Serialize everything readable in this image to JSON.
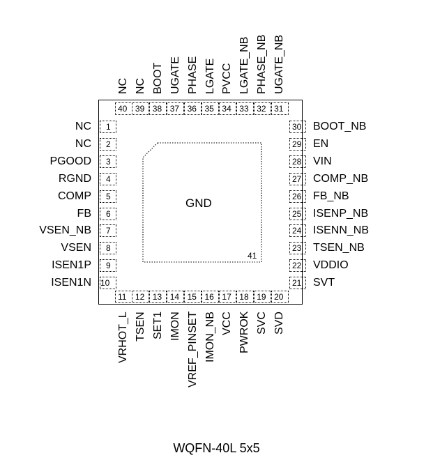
{
  "package": {
    "caption": "WQFN-40L 5x5",
    "exposed_pad": {
      "name": "GND",
      "number": "41"
    }
  },
  "pins": {
    "left": [
      {
        "num": "1",
        "name": "NC"
      },
      {
        "num": "2",
        "name": "NC"
      },
      {
        "num": "3",
        "name": "PGOOD"
      },
      {
        "num": "4",
        "name": "RGND"
      },
      {
        "num": "5",
        "name": "COMP"
      },
      {
        "num": "6",
        "name": "FB"
      },
      {
        "num": "7",
        "name": "VSEN_NB"
      },
      {
        "num": "8",
        "name": "VSEN"
      },
      {
        "num": "9",
        "name": "ISEN1P"
      },
      {
        "num": "10",
        "name": "ISEN1N"
      }
    ],
    "bottom": [
      {
        "num": "11",
        "name": "VRHOT_L"
      },
      {
        "num": "12",
        "name": "TSEN"
      },
      {
        "num": "13",
        "name": "SET1"
      },
      {
        "num": "14",
        "name": "IMON"
      },
      {
        "num": "15",
        "name": "VREF_PINSET"
      },
      {
        "num": "16",
        "name": "IMON_NB"
      },
      {
        "num": "17",
        "name": "VCC"
      },
      {
        "num": "18",
        "name": "PWROK"
      },
      {
        "num": "19",
        "name": "SVC"
      },
      {
        "num": "20",
        "name": "SVD"
      }
    ],
    "right": [
      {
        "num": "30",
        "name": "BOOT_NB"
      },
      {
        "num": "29",
        "name": "EN"
      },
      {
        "num": "28",
        "name": "VIN"
      },
      {
        "num": "27",
        "name": "COMP_NB"
      },
      {
        "num": "26",
        "name": "FB_NB"
      },
      {
        "num": "25",
        "name": "ISENP_NB"
      },
      {
        "num": "24",
        "name": "ISENN_NB"
      },
      {
        "num": "23",
        "name": "TSEN_NB"
      },
      {
        "num": "22",
        "name": "VDDIO"
      },
      {
        "num": "21",
        "name": "SVT"
      }
    ],
    "top": [
      {
        "num": "40",
        "name": "NC"
      },
      {
        "num": "39",
        "name": "NC"
      },
      {
        "num": "38",
        "name": "BOOT"
      },
      {
        "num": "37",
        "name": "UGATE"
      },
      {
        "num": "36",
        "name": "PHASE"
      },
      {
        "num": "35",
        "name": "LGATE"
      },
      {
        "num": "34",
        "name": "PVCC"
      },
      {
        "num": "33",
        "name": "LGATE_NB"
      },
      {
        "num": "32",
        "name": "PHASE_NB"
      },
      {
        "num": "31",
        "name": "UGATE_NB"
      }
    ]
  }
}
